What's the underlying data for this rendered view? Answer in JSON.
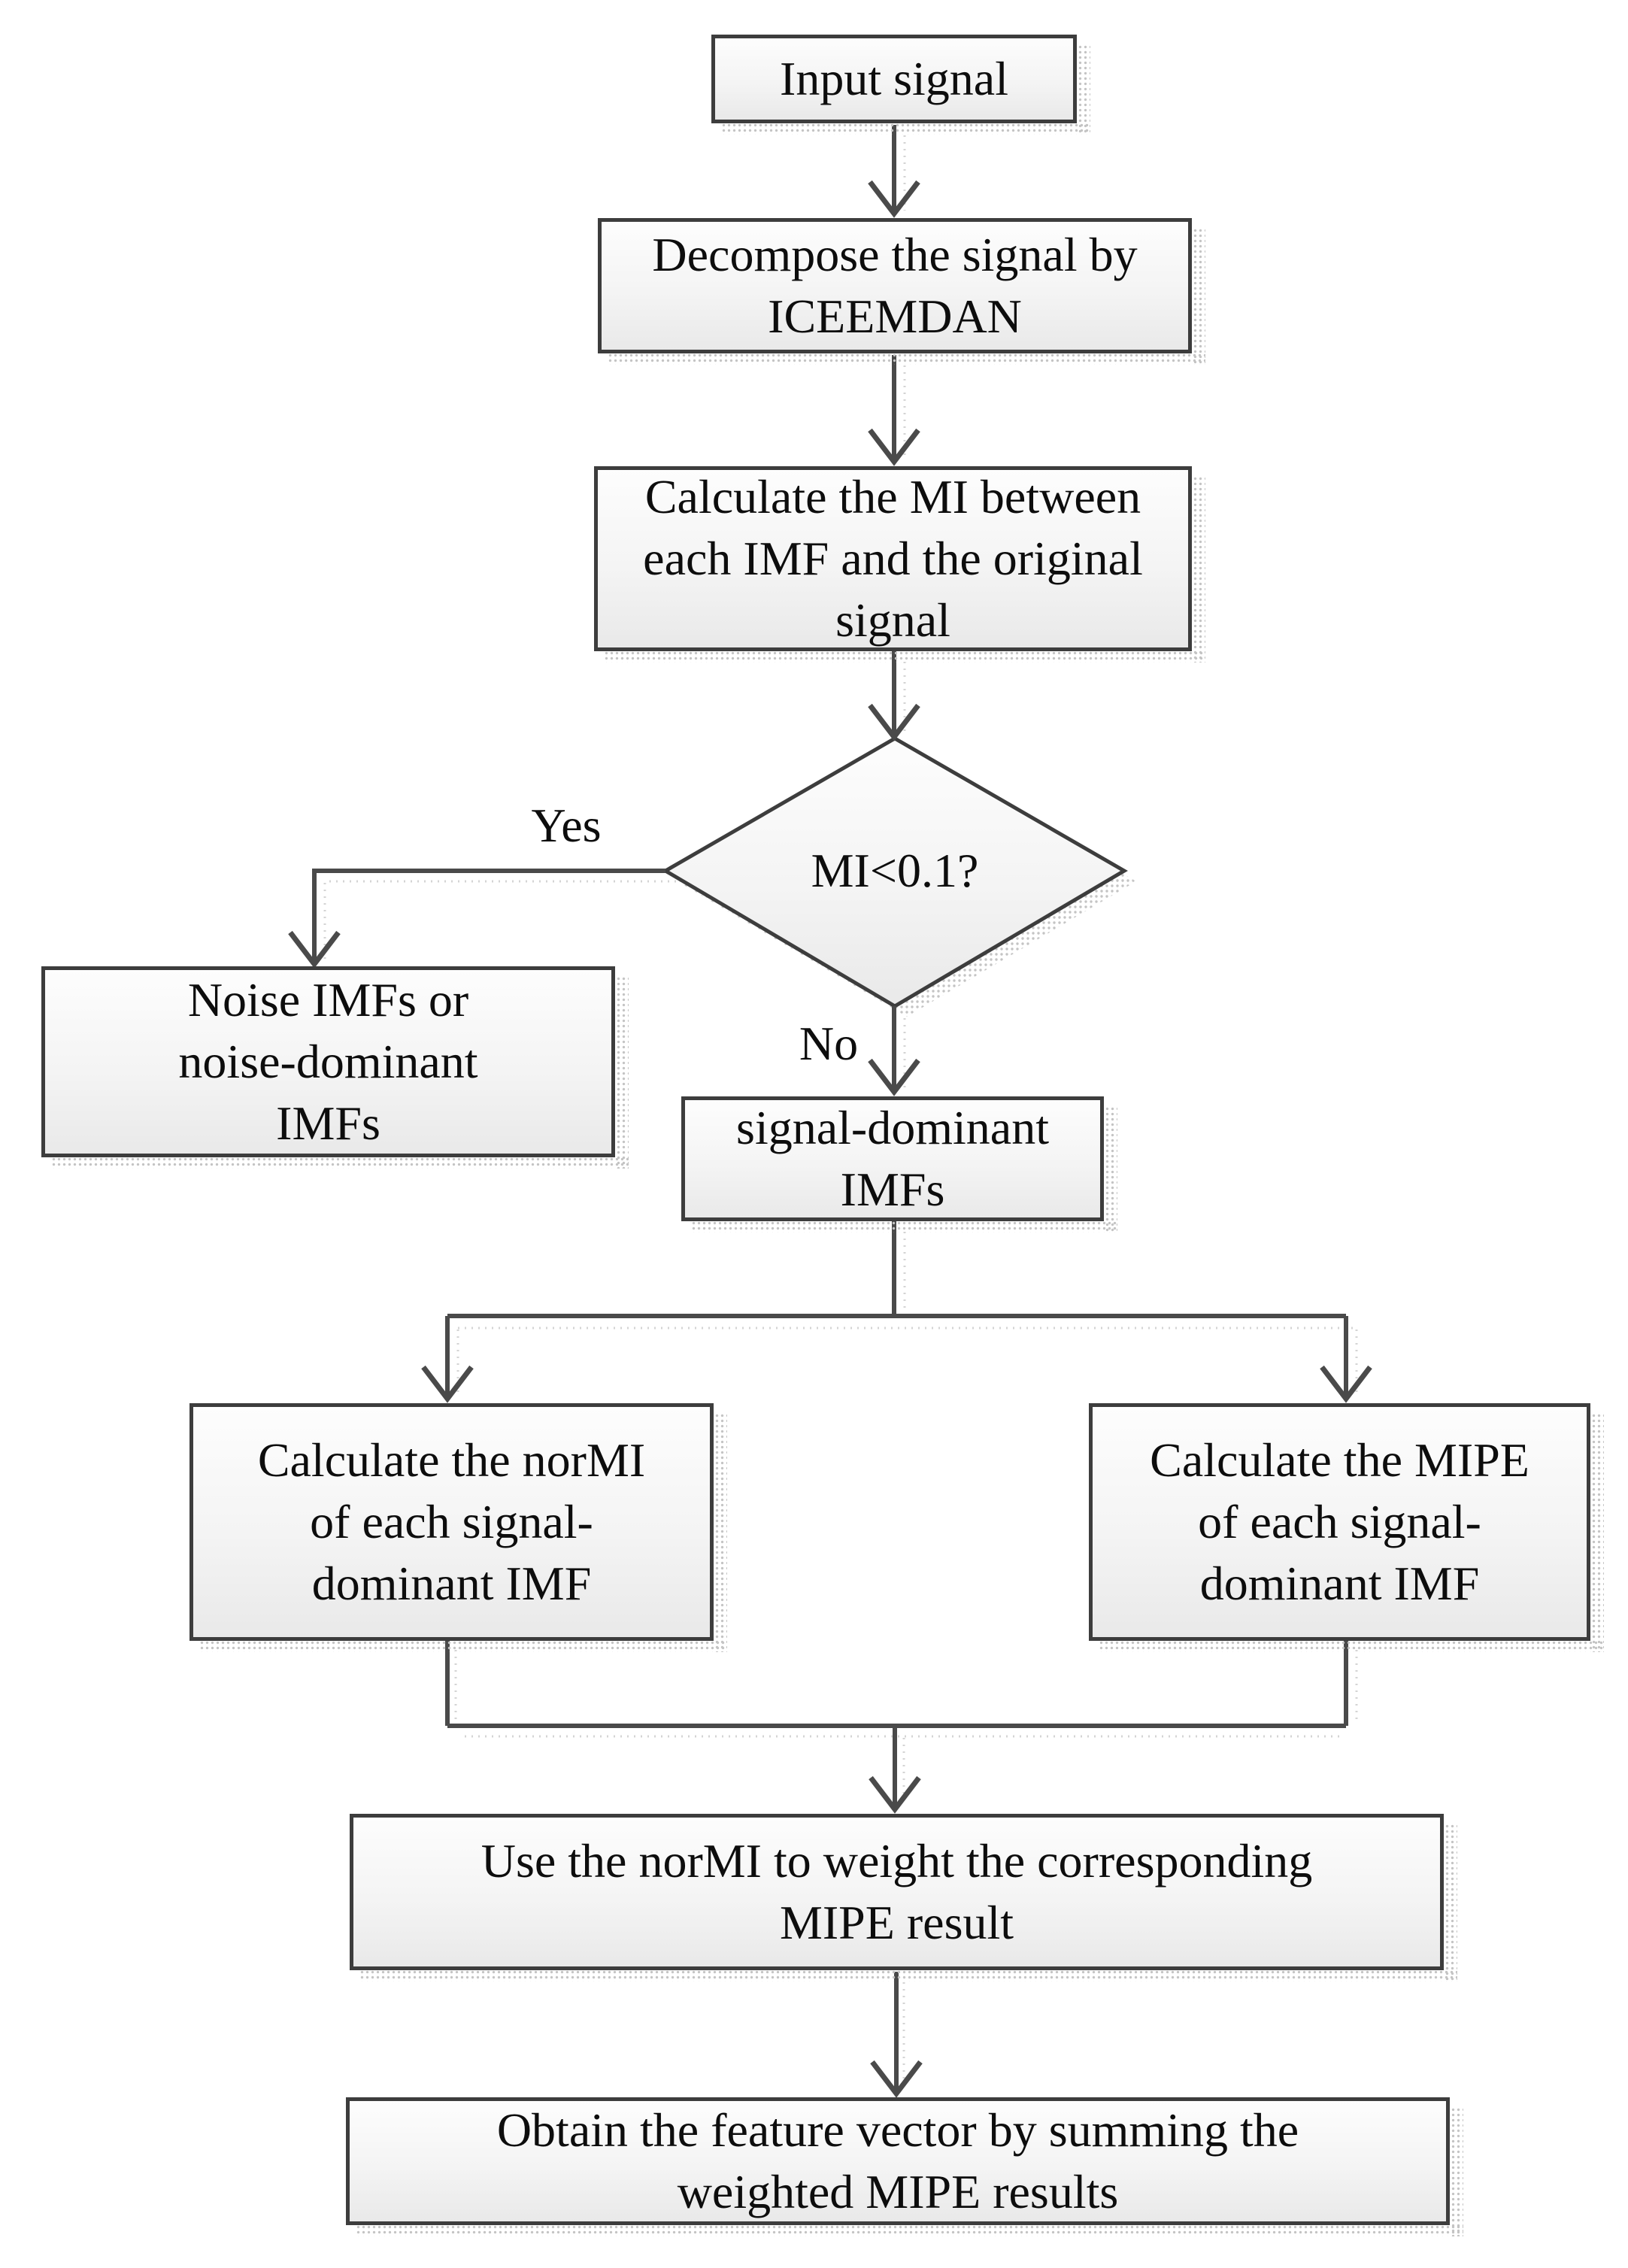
{
  "figure": {
    "type": "flowchart",
    "topic": "ICEEMDAN-based feature extraction flow"
  },
  "theme": {
    "canvas-bg": "#ffffff",
    "node-border": "#3d3d3d",
    "node-fill-top": "#fdfdfd",
    "node-fill-mid": "#f4f4f4",
    "node-fill-bottom": "#e9e9e9",
    "connector": "#4a4a4a",
    "text-color": "#0d0d0d",
    "shadow-dot": "#c4c4c4"
  },
  "nodes": {
    "input": {
      "label": "Input signal"
    },
    "decompose": {
      "label": "Decompose the signal by\nICEEMDAN"
    },
    "calc_mi": {
      "label": "Calculate the MI between\neach IMF and the original\nsignal"
    },
    "decision": {
      "label": "MI<0.1?"
    },
    "noise": {
      "label": "Noise IMFs or\nnoise-dominant\nIMFs"
    },
    "signal_dominant": {
      "label": "signal-dominant\nIMFs"
    },
    "calc_normi": {
      "label": "Calculate the norMI\nof each signal-\ndominant IMF"
    },
    "calc_mipe": {
      "label": "Calculate the MIPE\nof each signal-\ndominant IMF"
    },
    "weight": {
      "label": "Use the norMI to weight the corresponding\nMIPE result"
    },
    "obtain": {
      "label": "Obtain the feature vector by summing the\nweighted MIPE results"
    }
  },
  "edge_labels": {
    "yes": "Yes",
    "no": "No"
  }
}
